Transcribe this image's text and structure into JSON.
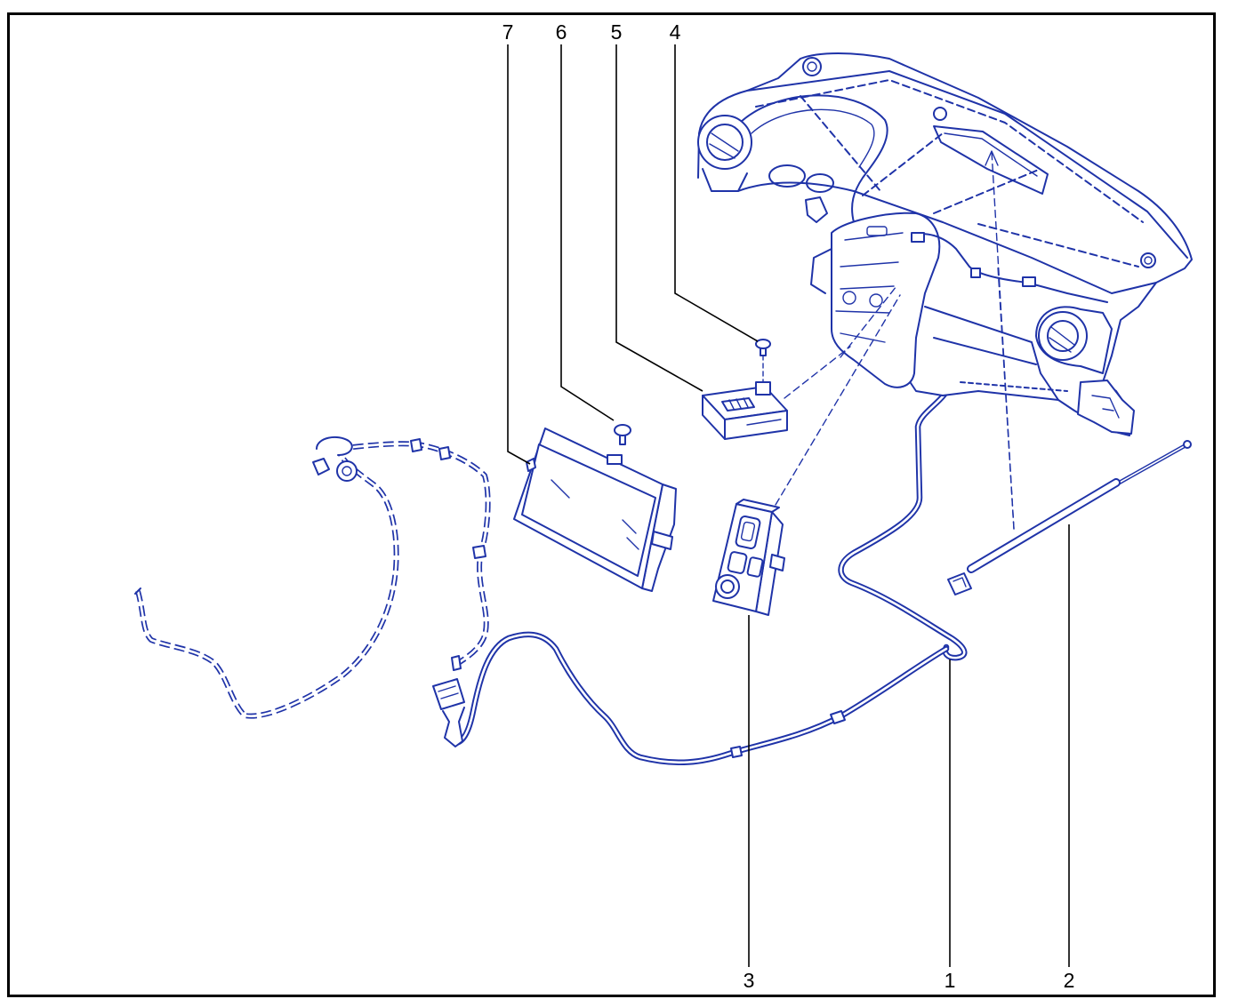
{
  "callouts": {
    "one": "1",
    "two": "2",
    "three": "3",
    "four": "4",
    "five": "5",
    "six": "6",
    "seven": "7"
  },
  "colors": {
    "drawing_line": "#1f33a8",
    "callout_text": "#000000",
    "frame": "#000000",
    "background": "#ffffff"
  }
}
